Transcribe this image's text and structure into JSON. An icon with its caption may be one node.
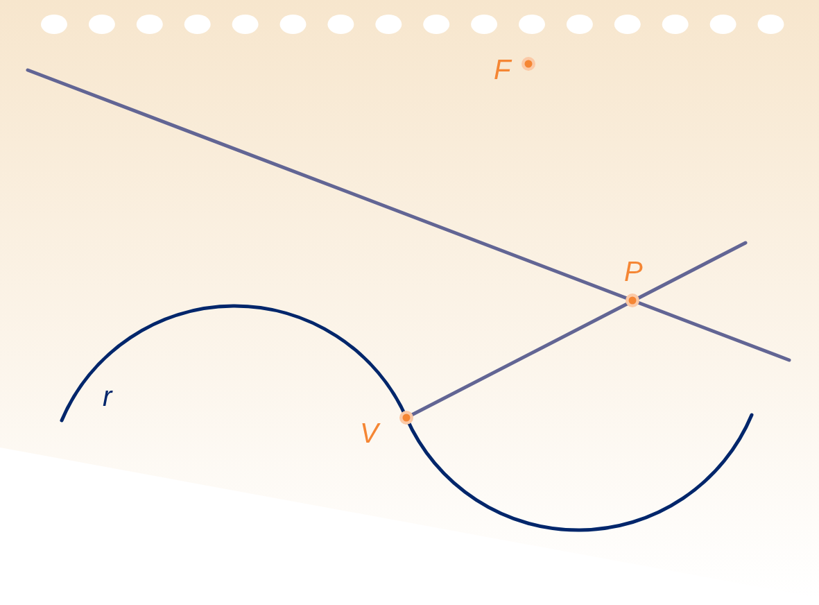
{
  "diagram": {
    "labels": [
      "F",
      "P",
      "r",
      "V"
    ]
  }
}
